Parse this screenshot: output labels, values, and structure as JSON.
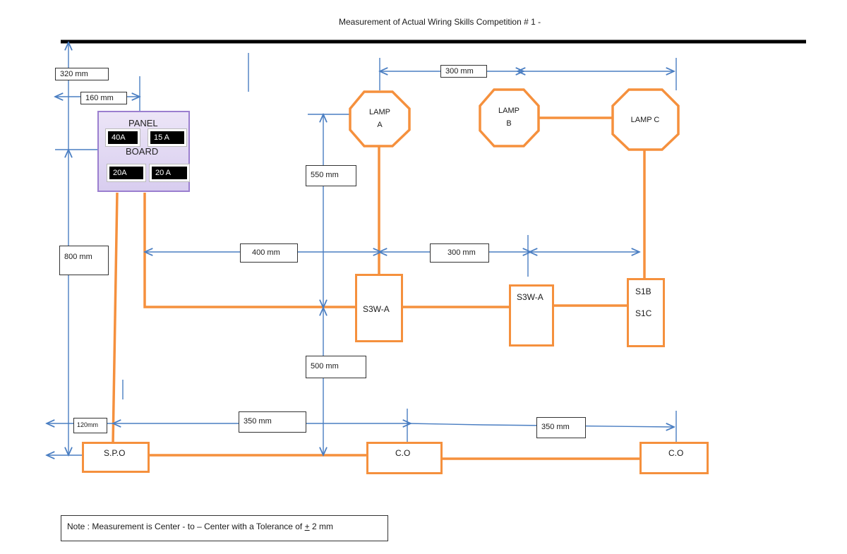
{
  "title": "Measurement of Actual Wiring Skills Competition  # 1 -",
  "dimensions": {
    "d320": "320 mm",
    "d160": "160 mm",
    "d300_top": "300 mm",
    "d550": "550 mm",
    "d400": "400 mm",
    "d300_mid": "300 mm",
    "d800": "800 mm",
    "d500": "500 mm",
    "d120": "120mm",
    "d350_left": "350 mm",
    "d350_right": "350 mm"
  },
  "panel": {
    "label_top": "PANEL",
    "label_bottom": "BOARD",
    "breakers": [
      "40A",
      "15 A",
      "20A",
      "20 A"
    ]
  },
  "lamps": {
    "a_line1": "LAMP",
    "a_line2": "A",
    "b_line1": "LAMP",
    "b_line2": "B",
    "c_label": "LAMP C"
  },
  "switches": {
    "s3w_a_1": "S3W-A",
    "s3w_a_2": "S3W-A",
    "s1b": "S1B",
    "s1c": "S1C"
  },
  "outlets": {
    "spo": "S.P.O",
    "co1": "C.O",
    "co2": "C.O"
  },
  "note": {
    "prefix": "Note : Measurement is  Center -  to  – Center with a Tolerance of ",
    "pm": "+",
    "suffix": " 2 mm"
  },
  "colors": {
    "wire": "#f5903d",
    "dimension_line": "#4a7ec2",
    "panel_fill": "#ddd3f0",
    "wall_line": "#000000"
  }
}
